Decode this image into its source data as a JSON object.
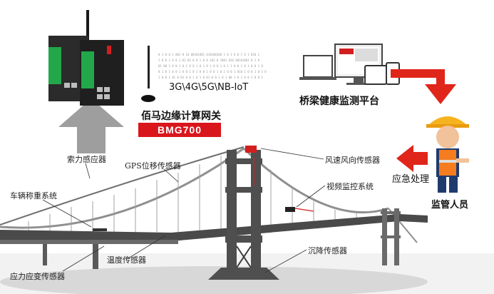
{
  "gateway": {
    "name": "佰马边缘计算网关",
    "model": "BMG700",
    "model_bg": "#d9161c"
  },
  "network": {
    "label": "3G\\4G\\5G\\NB-IoT"
  },
  "platform": {
    "name": "桥梁健康监测平台"
  },
  "personnel": {
    "role": "监管人员",
    "action": "应急处理"
  },
  "sensors": {
    "cable_force": "索力感应器",
    "gps": "GPS位移传感器",
    "vehicle_weigh": "车辆称重系统",
    "temperature": "温度传感器",
    "strain": "应力应变传感器",
    "wind": "风速风向传感器",
    "video": "视频监控系统",
    "settlement": "沉降传感器"
  },
  "colors": {
    "arrow_red": "#e0251b",
    "arrow_gray": "#9e9e9e",
    "bridge_dark": "#4a4a4a",
    "bridge_light": "#8f8f8f"
  }
}
